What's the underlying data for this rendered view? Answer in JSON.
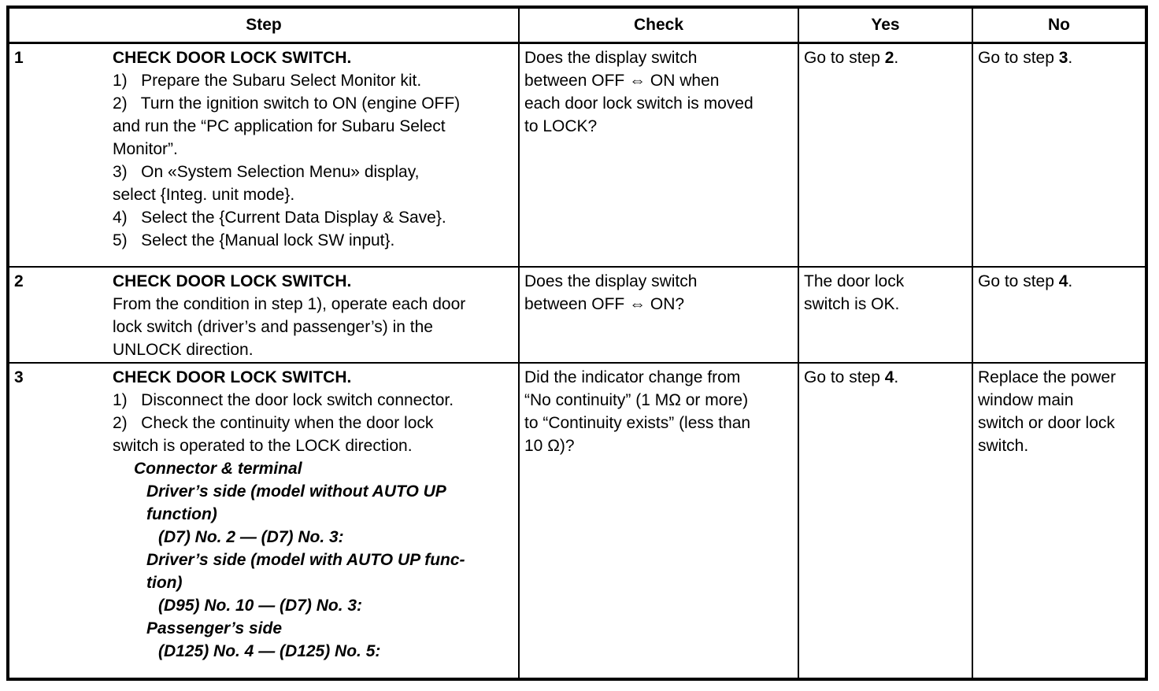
{
  "page": {
    "background_color": "#ffffff",
    "text_color": "#000000",
    "border_color": "#000000"
  },
  "table": {
    "headers": [
      "Step",
      "Check",
      "Yes",
      "No"
    ],
    "rows": [
      {
        "number": "1",
        "step_lines": [
          {
            "t": "CHECK DOOR LOCK SWITCH.",
            "b": true
          },
          {
            "t": "1)   Prepare the Subaru Select Monitor kit."
          },
          {
            "t": "2)   Turn the ignition switch to ON (engine OFF)"
          },
          {
            "t": "and run the “PC application for Subaru Select"
          },
          {
            "t": "Monitor”."
          },
          {
            "t": "3)   On «System Selection Menu» display,"
          },
          {
            "t": "select {Integ. unit mode}."
          },
          {
            "t": "4)   Select the {Current Data Display & Save}."
          },
          {
            "t": "5)   Select the {Manual lock SW input}."
          }
        ],
        "check_lines": [
          {
            "t": "Does the display switch"
          },
          {
            "t": "between OFF ⇔ ON when"
          },
          {
            "t": "each door lock switch is moved"
          },
          {
            "t": "to LOCK?"
          }
        ],
        "yes_lines": [
          {
            "seg": [
              {
                "t": "Go to step "
              },
              {
                "t": "2",
                "b": true
              },
              {
                "t": "."
              }
            ]
          }
        ],
        "no_lines": [
          {
            "seg": [
              {
                "t": "Go to step "
              },
              {
                "t": "3",
                "b": true
              },
              {
                "t": "."
              }
            ]
          }
        ]
      },
      {
        "number": "2",
        "step_lines": [
          {
            "t": "CHECK DOOR LOCK SWITCH.",
            "b": true
          },
          {
            "t": "From the condition in step 1), operate each door"
          },
          {
            "t": "lock switch (driver’s and passenger’s) in the"
          },
          {
            "t": "UNLOCK direction."
          }
        ],
        "check_lines": [
          {
            "t": "Does the display switch"
          },
          {
            "t": "between OFF ⇔ ON?"
          }
        ],
        "yes_lines": [
          {
            "t": "The door lock"
          },
          {
            "t": "switch is OK."
          }
        ],
        "no_lines": [
          {
            "seg": [
              {
                "t": "Go to step "
              },
              {
                "t": "4",
                "b": true
              },
              {
                "t": "."
              }
            ]
          }
        ]
      },
      {
        "number": "3",
        "step_lines": [
          {
            "t": "CHECK DOOR LOCK SWITCH.",
            "b": true
          },
          {
            "t": "1)   Disconnect the door lock switch connector."
          },
          {
            "t": "2)   Check the continuity when the door lock"
          },
          {
            "t": "switch is operated to the LOCK direction."
          },
          {
            "t": "Connector & terminal",
            "em": true,
            "ind": 1
          },
          {
            "t": "Driver’s side (model without AUTO UP",
            "em": true,
            "ind": 2
          },
          {
            "t": "function)",
            "em": true,
            "ind": 2
          },
          {
            "t": "(D7) No. 2 — (D7) No. 3:",
            "em": true,
            "ind": 3
          },
          {
            "t": "Driver’s side (model with AUTO UP func-",
            "em": true,
            "ind": 2
          },
          {
            "t": "tion)",
            "em": true,
            "ind": 2
          },
          {
            "t": "(D95) No. 10 — (D7) No. 3:",
            "em": true,
            "ind": 3
          },
          {
            "t": "Passenger’s side",
            "em": true,
            "ind": 2
          },
          {
            "t": "(D125) No. 4 — (D125) No. 5:",
            "em": true,
            "ind": 3
          }
        ],
        "check_lines": [
          {
            "t": "Did the indicator change from"
          },
          {
            "t": "“No continuity” (1 MΩ or more)"
          },
          {
            "t": "to “Continuity exists” (less than"
          },
          {
            "t": "10 Ω)?"
          }
        ],
        "yes_lines": [
          {
            "seg": [
              {
                "t": "Go to step "
              },
              {
                "t": "4",
                "b": true
              },
              {
                "t": "."
              }
            ]
          }
        ],
        "no_lines": [
          {
            "t": "Replace the power"
          },
          {
            "t": "window main"
          },
          {
            "t": "switch or door lock"
          },
          {
            "t": "switch."
          }
        ]
      }
    ]
  }
}
